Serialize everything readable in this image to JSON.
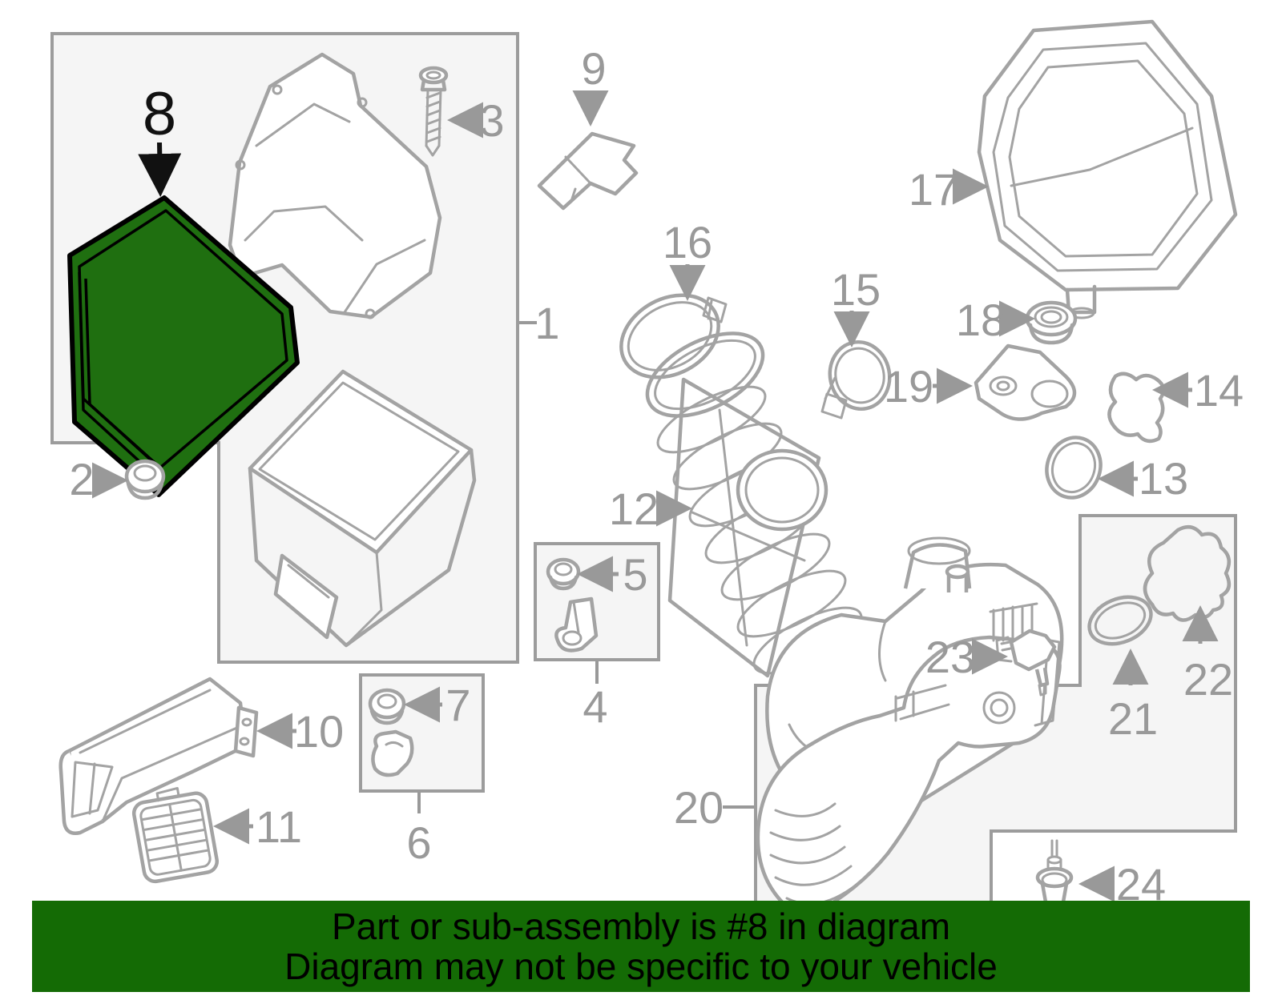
{
  "banner": {
    "line1": "Part or sub-assembly is #8 in diagram",
    "line2": "Diagram may not be specific to your vehicle"
  },
  "highlighted_part": "8",
  "callouts": {
    "1": "1",
    "2": "2",
    "3": "3",
    "4": "4",
    "5": "5",
    "6": "6",
    "7": "7",
    "8": "8",
    "9": "9",
    "10": "10",
    "11": "11",
    "12": "12",
    "13": "13",
    "14": "14",
    "15": "15",
    "16": "16",
    "17": "17",
    "18": "18",
    "19": "19",
    "20": "20",
    "21": "21",
    "22": "22",
    "23": "23",
    "24": "24"
  },
  "colors": {
    "stroke": "#a3a3a3",
    "label": "#999999",
    "box_fill": "#f5f5f5",
    "box_border": "#9c9c9c",
    "highlight": "#1f6f10",
    "banner_bg": "#146b05",
    "banner_text": "#000000"
  }
}
